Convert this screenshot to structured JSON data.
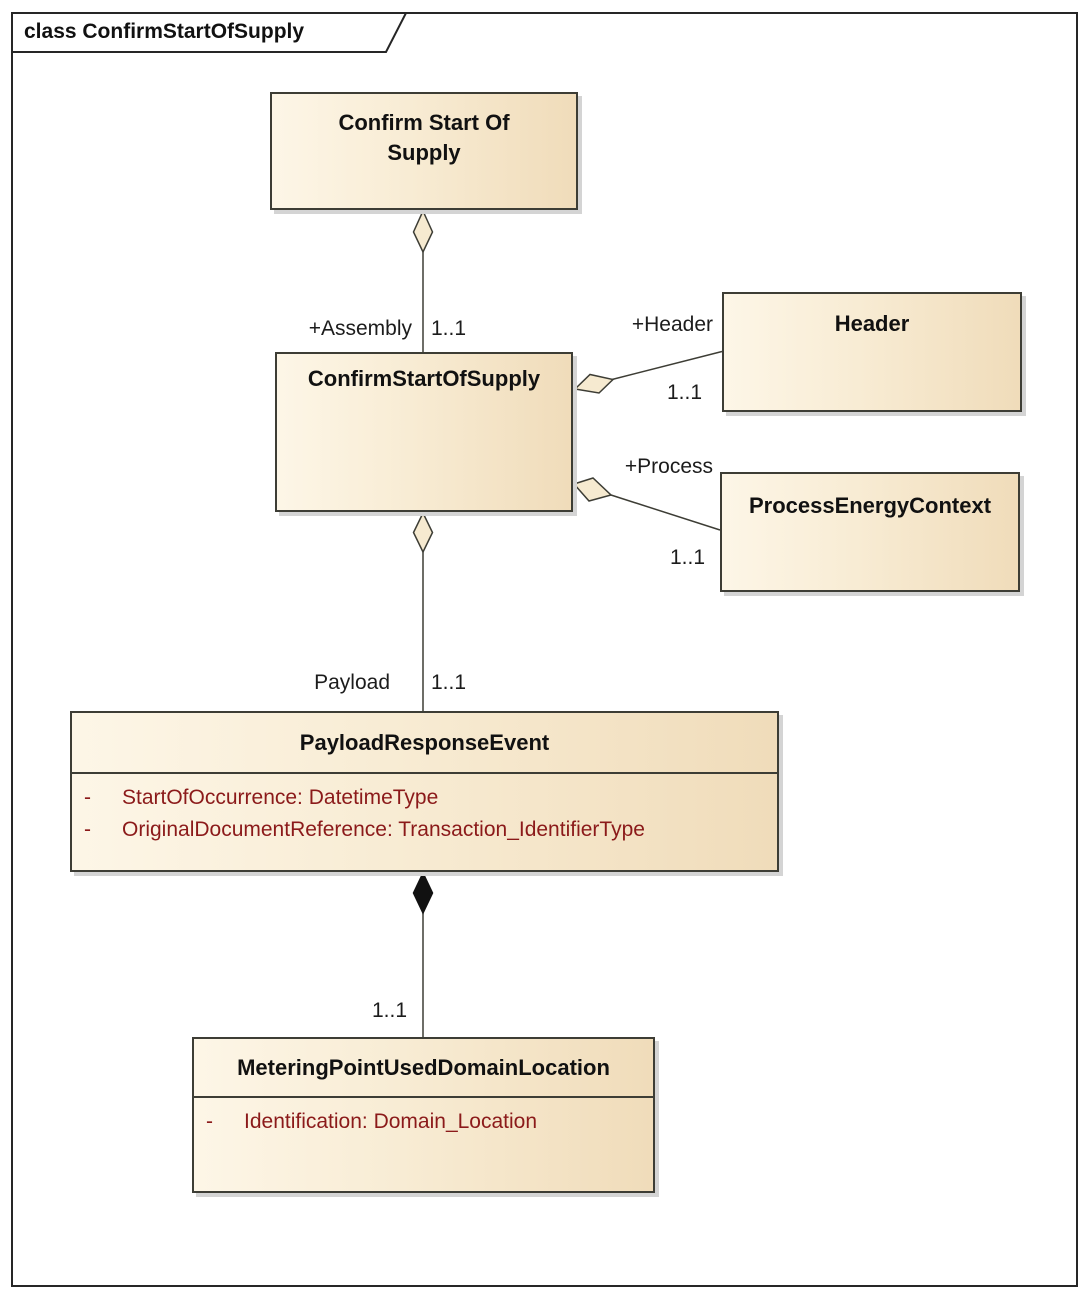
{
  "frame": {
    "title": "class ConfirmStartOfSupply"
  },
  "classes": {
    "supply_label": {
      "name": "Confirm Start Of Supply"
    },
    "confirm_start_of_supply": {
      "name": "ConfirmStartOfSupply"
    },
    "header": {
      "name": "Header"
    },
    "process_energy_context": {
      "name": "ProcessEnergyContext"
    },
    "payload_response_event": {
      "name": "PayloadResponseEvent",
      "attributes": [
        {
          "visibility": "-",
          "text": "StartOfOccurrence: DatetimeType"
        },
        {
          "visibility": "-",
          "text": "OriginalDocumentReference: Transaction_IdentifierType"
        }
      ]
    },
    "metering_point": {
      "name": "MeteringPointUsedDomainLocation",
      "attributes": [
        {
          "visibility": "-",
          "text": "Identification: Domain_Location"
        }
      ]
    }
  },
  "relations": {
    "assembly": {
      "type": "aggregation",
      "role": "+Assembly",
      "multiplicity": "1..1"
    },
    "header": {
      "type": "aggregation",
      "role": "+Header",
      "multiplicity": "1..1"
    },
    "process": {
      "type": "aggregation",
      "role": "+Process",
      "multiplicity": "1..1"
    },
    "payload": {
      "type": "aggregation",
      "role": "Payload",
      "multiplicity": "1..1"
    },
    "metering": {
      "type": "composition",
      "multiplicity": "1..1"
    }
  },
  "colors": {
    "box_fill_light": "#fdf6e7",
    "box_fill_dark": "#f0dcba",
    "box_border": "#3d3d35",
    "attribute_text": "#8b1a1a",
    "shadow": "#d4d4d4",
    "line": "#3d3d35",
    "composition_diamond": "#111111",
    "aggregation_diamond_fill": "#f6ead0"
  }
}
